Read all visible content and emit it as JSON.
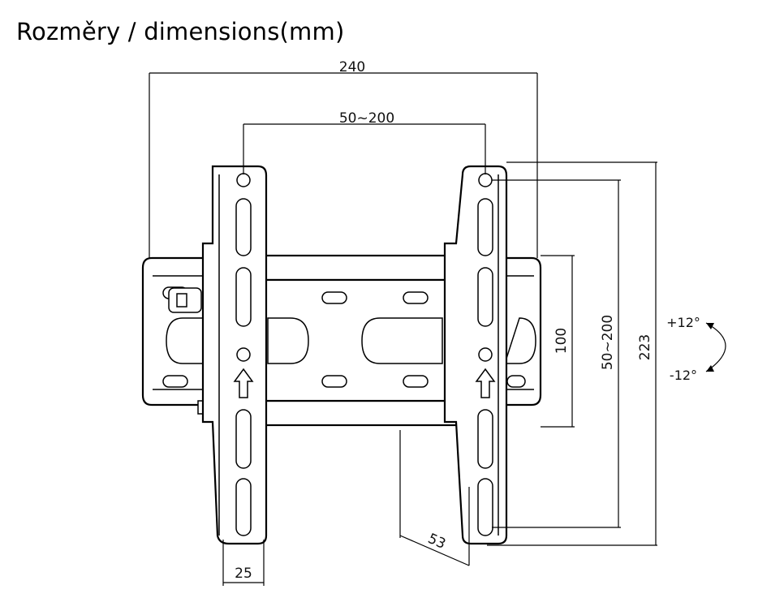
{
  "title": "Rozměry / dimensions(mm)",
  "dimensions": {
    "total_width": "240",
    "hole_spacing_horizontal": "50~200",
    "hole_spacing_vertical": "50~200",
    "height_total": "223",
    "height_wall_plate": "100",
    "depth": "53",
    "bracket_width": "25"
  },
  "tilt": {
    "up": "+12°",
    "down": "-12°"
  },
  "colors": {
    "line": "#000000",
    "background": "#ffffff"
  }
}
